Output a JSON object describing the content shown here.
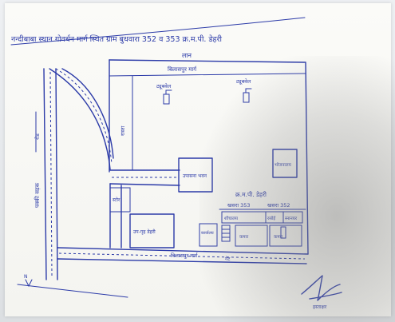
{
  "document": {
    "heading": "नन्दीबाबा स्थान गोवर्धन मार्ग स्थित ग्राम बुधवारा 352 व 353 क्र.म.पी. डेहरी",
    "labels": {
      "top_area": "लान",
      "north_boundary": "बिलासपुर मार्ग",
      "tubewell_1": "ट्यूबवेल",
      "tubewell_2": "ट्यूबवेल",
      "left_strip": "रास्ता",
      "central_block": "उपासना भवन",
      "right_block": "भोजनालय",
      "road_left": "पक्की सड़क",
      "road_left_marker": "रोड",
      "small_room": "स्टोर",
      "ap_box": "उप-गृह डेहरी",
      "survey_title": "क्र.म.पी. डेहरी",
      "khasra_353": "खसरा 353",
      "khasra_352": "खसरा 352",
      "room_a": "शौचालय",
      "room_b": "रसोई",
      "room_c": "स्नानघर",
      "room_d": "कार्यालय",
      "room_e": "कमरा",
      "room_f": "कमरा",
      "bottom_road": "बिलासपुर मार्ग",
      "gate": "गेट",
      "north_marker": "N",
      "signature": "हस्ताक्षर"
    }
  }
}
